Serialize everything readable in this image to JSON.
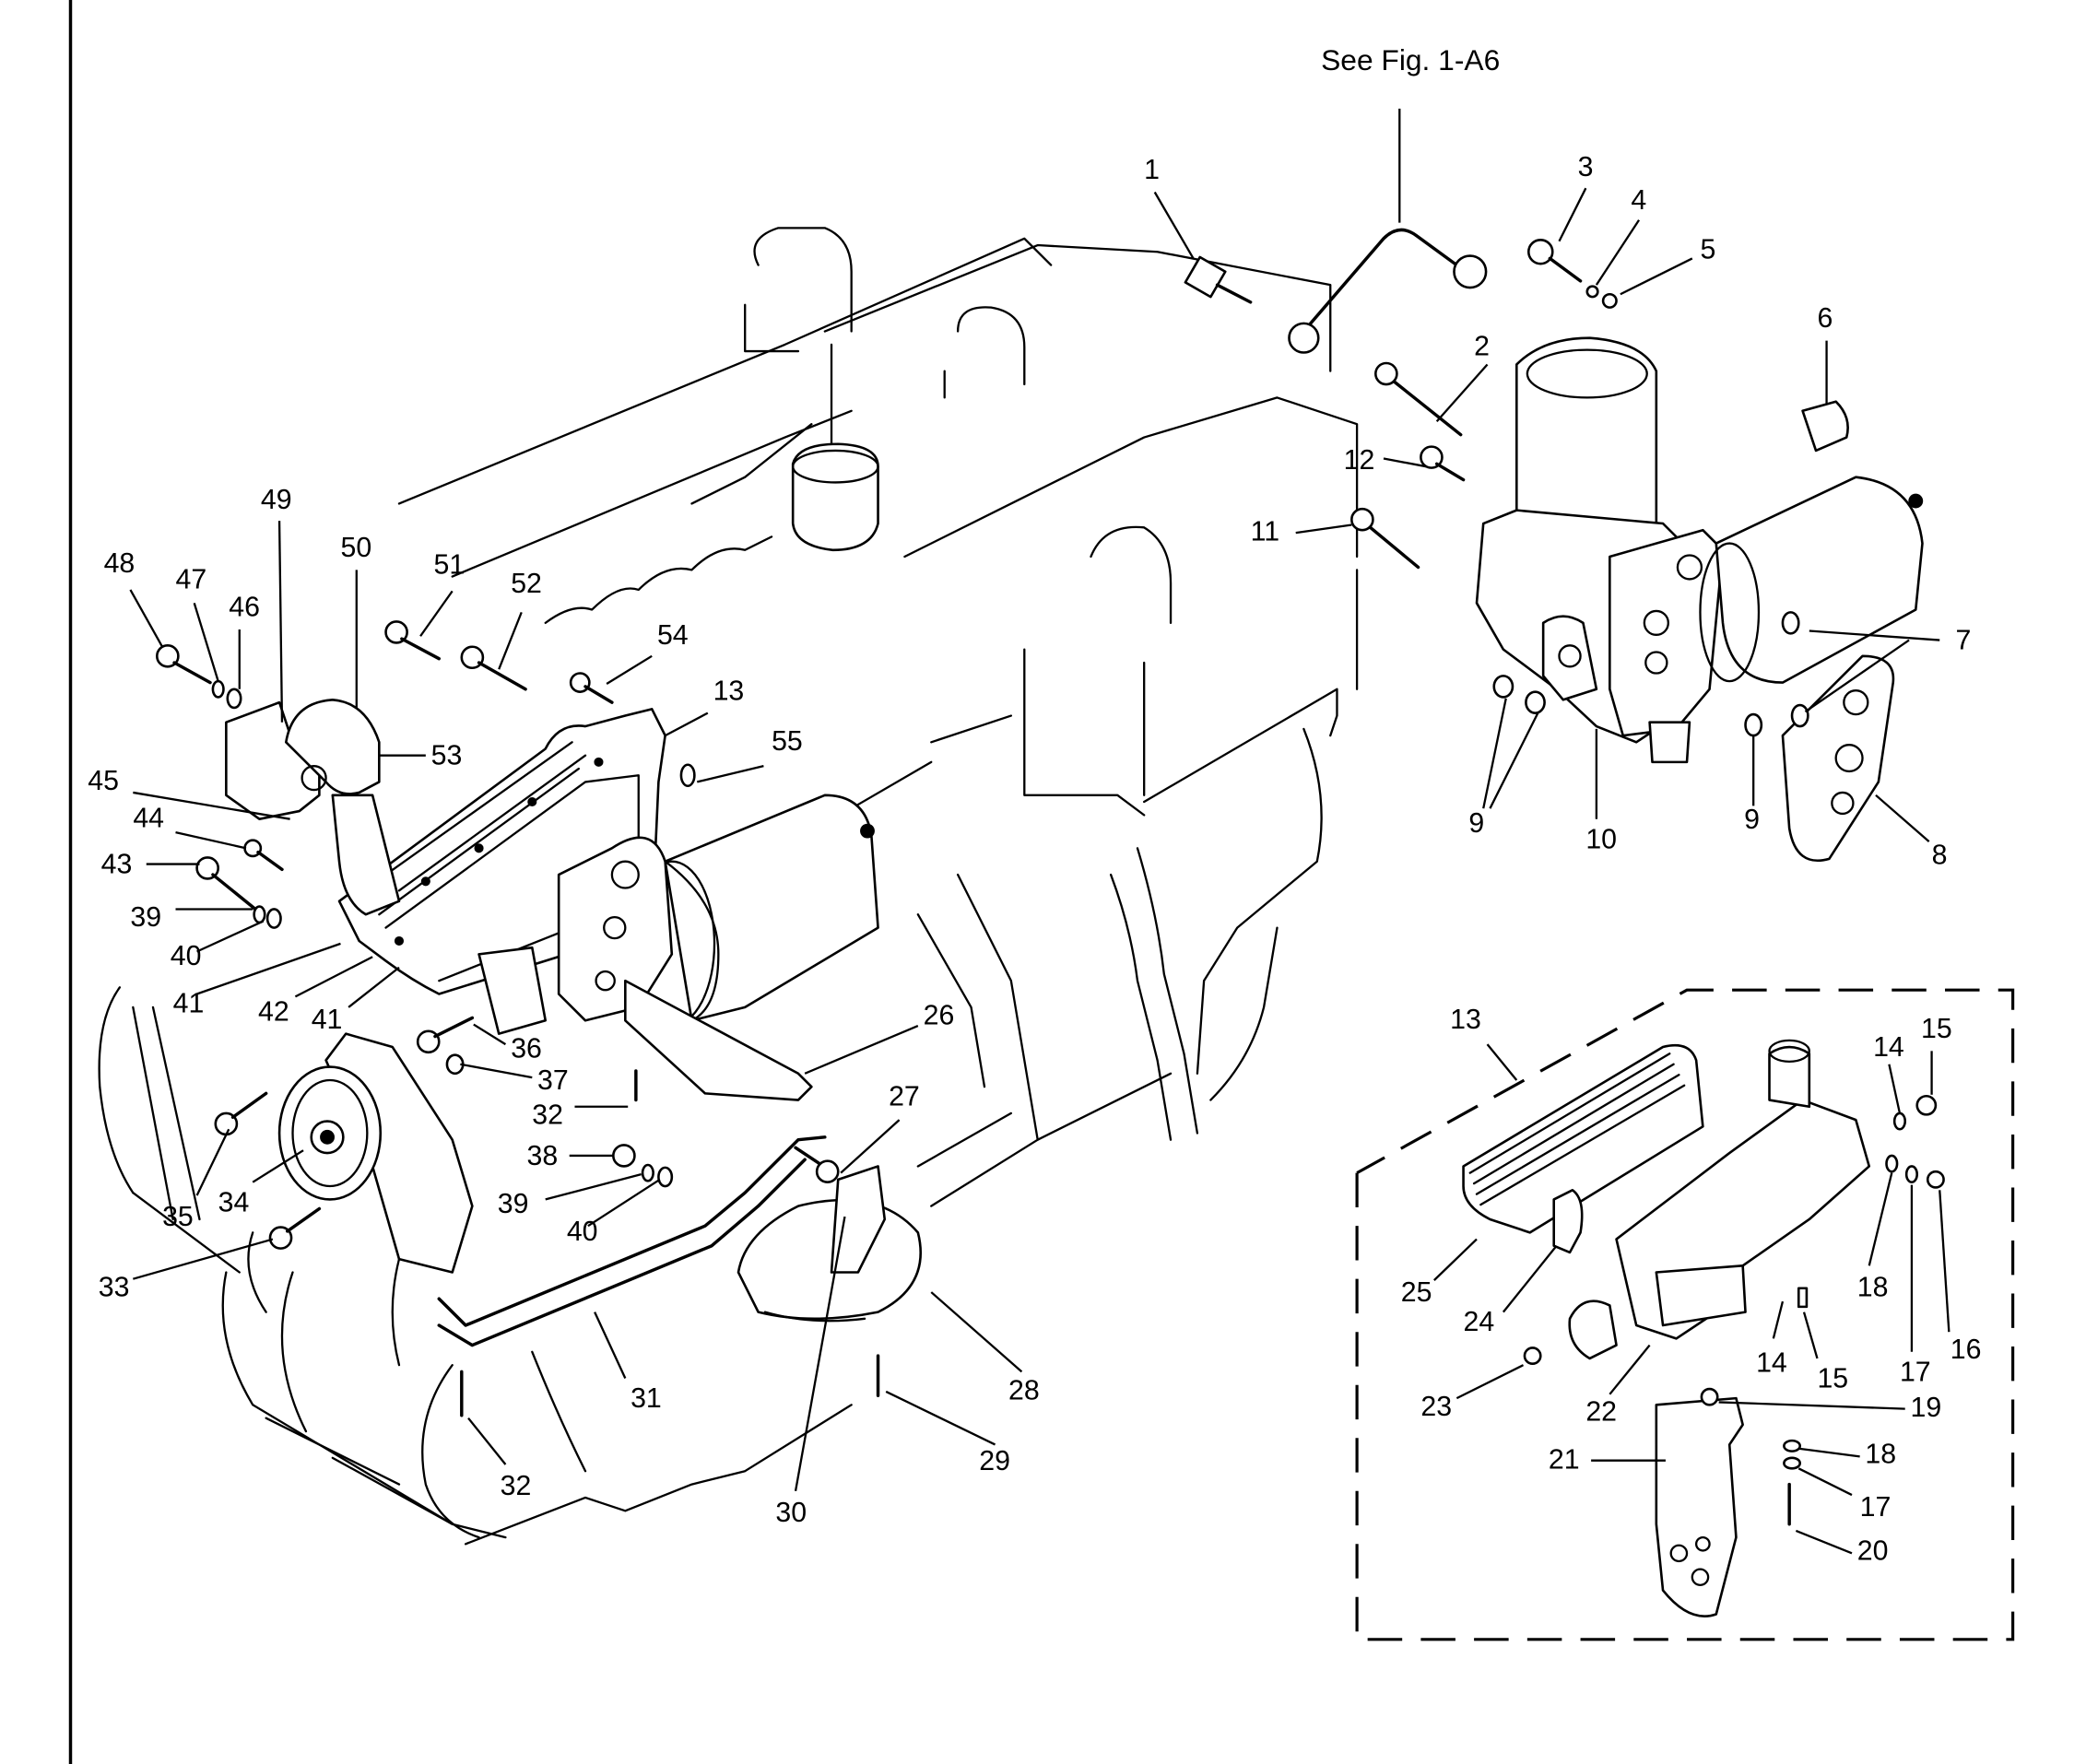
{
  "figure": {
    "title": "Engine lubrication system exploded parts view",
    "reference_note": "See Fig. 1-A6",
    "inset_label": "13",
    "line_color": "#000000",
    "background_color": "#ffffff"
  },
  "callouts": [
    {
      "id": "c1",
      "number": "1"
    },
    {
      "id": "c2",
      "number": "2"
    },
    {
      "id": "c3",
      "number": "3"
    },
    {
      "id": "c4",
      "number": "4"
    },
    {
      "id": "c5",
      "number": "5"
    },
    {
      "id": "c6",
      "number": "6"
    },
    {
      "id": "c7",
      "number": "7"
    },
    {
      "id": "c8",
      "number": "8"
    },
    {
      "id": "c9a",
      "number": "9"
    },
    {
      "id": "c9b",
      "number": "9"
    },
    {
      "id": "c10",
      "number": "10"
    },
    {
      "id": "c11",
      "number": "11"
    },
    {
      "id": "c12",
      "number": "12"
    },
    {
      "id": "c13a",
      "number": "13"
    },
    {
      "id": "c13b",
      "number": "13"
    },
    {
      "id": "c14a",
      "number": "14"
    },
    {
      "id": "c14b",
      "number": "14"
    },
    {
      "id": "c15a",
      "number": "15"
    },
    {
      "id": "c15b",
      "number": "15"
    },
    {
      "id": "c16",
      "number": "16"
    },
    {
      "id": "c17a",
      "number": "17"
    },
    {
      "id": "c17b",
      "number": "17"
    },
    {
      "id": "c18a",
      "number": "18"
    },
    {
      "id": "c18b",
      "number": "18"
    },
    {
      "id": "c19",
      "number": "19"
    },
    {
      "id": "c20",
      "number": "20"
    },
    {
      "id": "c21",
      "number": "21"
    },
    {
      "id": "c22",
      "number": "22"
    },
    {
      "id": "c23",
      "number": "23"
    },
    {
      "id": "c24",
      "number": "24"
    },
    {
      "id": "c25",
      "number": "25"
    },
    {
      "id": "c26",
      "number": "26"
    },
    {
      "id": "c27",
      "number": "27"
    },
    {
      "id": "c28",
      "number": "28"
    },
    {
      "id": "c29",
      "number": "29"
    },
    {
      "id": "c30",
      "number": "30"
    },
    {
      "id": "c31",
      "number": "31"
    },
    {
      "id": "c32a",
      "number": "32"
    },
    {
      "id": "c32b",
      "number": "32"
    },
    {
      "id": "c33",
      "number": "33"
    },
    {
      "id": "c34",
      "number": "34"
    },
    {
      "id": "c35",
      "number": "35"
    },
    {
      "id": "c36",
      "number": "36"
    },
    {
      "id": "c37",
      "number": "37"
    },
    {
      "id": "c38",
      "number": "38"
    },
    {
      "id": "c39a",
      "number": "39"
    },
    {
      "id": "c39b",
      "number": "39"
    },
    {
      "id": "c40a",
      "number": "40"
    },
    {
      "id": "c40b",
      "number": "40"
    },
    {
      "id": "c41a",
      "number": "41"
    },
    {
      "id": "c41b",
      "number": "41"
    },
    {
      "id": "c42",
      "number": "42"
    },
    {
      "id": "c43",
      "number": "43"
    },
    {
      "id": "c44",
      "number": "44"
    },
    {
      "id": "c45",
      "number": "45"
    },
    {
      "id": "c46",
      "number": "46"
    },
    {
      "id": "c47",
      "number": "47"
    },
    {
      "id": "c48",
      "number": "48"
    },
    {
      "id": "c49",
      "number": "49"
    },
    {
      "id": "c50",
      "number": "50"
    },
    {
      "id": "c51",
      "number": "51"
    },
    {
      "id": "c52",
      "number": "52"
    },
    {
      "id": "c53",
      "number": "53"
    },
    {
      "id": "c54",
      "number": "54"
    },
    {
      "id": "c55",
      "number": "55"
    }
  ]
}
